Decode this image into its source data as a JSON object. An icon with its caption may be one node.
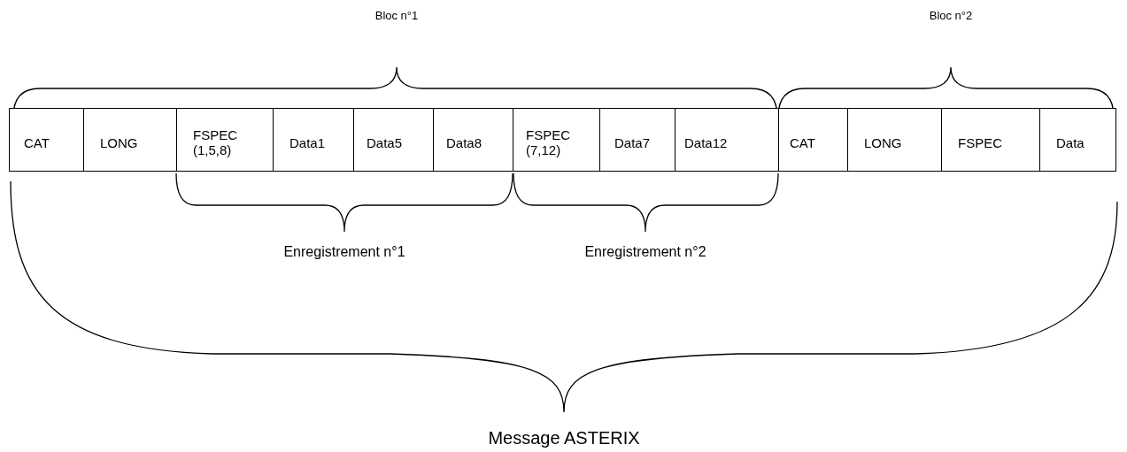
{
  "diagram": {
    "nodes": [
      {
        "text": [
          "CAT"
        ]
      },
      {
        "text": [
          "LONG"
        ]
      },
      {
        "text": [
          "FSPEC (1,5,8)"
        ]
      },
      {
        "text": [
          "Data1"
        ]
      },
      {
        "text": [
          "Data5"
        ]
      },
      {
        "text": [
          "Data8"
        ]
      },
      {
        "text": [
          "FSPEC (7,12)"
        ]
      },
      {
        "text": [
          "Data7"
        ]
      },
      {
        "text": [
          "Data12"
        ]
      },
      {
        "text": [
          "CAT"
        ]
      },
      {
        "text": [
          "LONG"
        ]
      },
      {
        "text": [
          "FSPEC"
        ]
      },
      {
        "text": [
          "Data"
        ]
      }
    ],
    "edges": [],
    "labels": [
      "Bloc n°1",
      "Bloc n°2",
      "Enregistrement n°1",
      "Enregistrement n°2",
      "Message ASTERIX"
    ]
  }
}
